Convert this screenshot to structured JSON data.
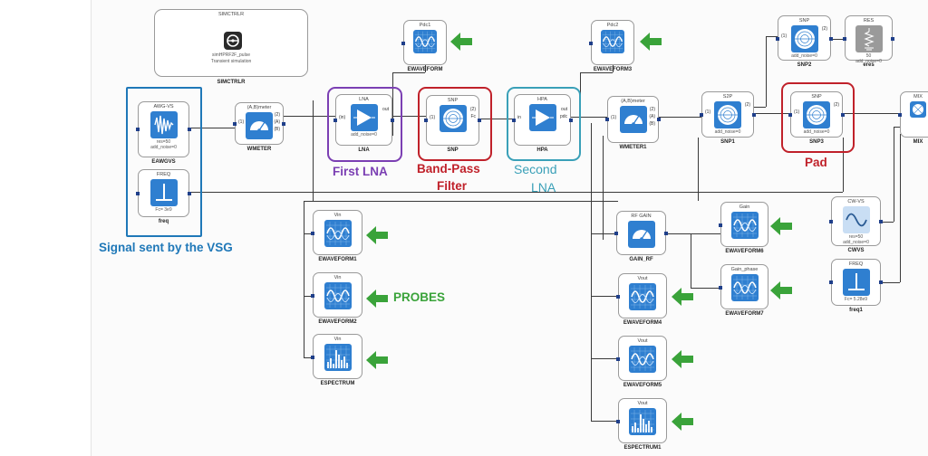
{
  "colors": {
    "highlight_signal": "#1f78b8",
    "highlight_first_lna": "#7b3fb3",
    "highlight_bpf": "#c0212a",
    "highlight_second_lna": "#3aa0b8",
    "highlight_pad": "#c0212a",
    "probes": "#3aa33a",
    "block_icon": "#2f7fd0"
  },
  "simctrl": {
    "header": "SIMCTRLR",
    "line1": "simHPRF2F_pulse",
    "line2": "Transient simulation",
    "name": "SIMCTRLR"
  },
  "blocks": {
    "eawgvs": {
      "header": "AWG-VS",
      "p1": "res=50",
      "p2": "add_noise=0",
      "name": "EAWGVS",
      "icon": "awg-waveform-icon"
    },
    "freq": {
      "header": "FREQ",
      "p1": "Fc= 3e9",
      "name": "freq",
      "icon": "frequency-icon"
    },
    "wmeter": {
      "header": "(A,B)meter",
      "name": "WMETER",
      "icon": "meter-gauge-icon",
      "ports": [
        "(1)",
        "(2)",
        "(A)",
        "(B)"
      ]
    },
    "lna": {
      "header": "LNA",
      "p1": "add_noise=0",
      "name": "LNA",
      "icon": "amplifier-icon",
      "ports": [
        "(in)",
        "out"
      ]
    },
    "snp": {
      "header": "SNP",
      "name": "SNP",
      "icon": "s-parameter-icon",
      "ports": [
        "(1)",
        "(2)",
        "Fc"
      ]
    },
    "hpa": {
      "header": "HPA",
      "name": "HPA",
      "icon": "amplifier-icon",
      "ports": [
        "in",
        "out",
        "pdc"
      ]
    },
    "wmeter1": {
      "header": "(A,B)meter",
      "name": "WMETER1",
      "icon": "meter-gauge-icon",
      "ports": [
        "(1)",
        "(2)",
        "(A)",
        "(B)"
      ]
    },
    "s2p": {
      "header": "S2P",
      "p1": "add_noise=0",
      "name": "SNP1",
      "icon": "s-parameter-icon",
      "ports": [
        "(1)",
        "(2)"
      ]
    },
    "snp2": {
      "header": "SNP",
      "p1": "add_noise=0",
      "name": "SNP2",
      "icon": "s-parameter-icon",
      "ports": [
        "(1)",
        "(2)"
      ]
    },
    "eres": {
      "header": "RES",
      "p1": "50",
      "p2": "add_noise=0",
      "name": "eres",
      "icon": "resistor-icon"
    },
    "snp3": {
      "header": "SNP",
      "p1": "add_noise=0",
      "name": "SNP3",
      "icon": "s-parameter-icon",
      "ports": [
        "(1)",
        "(2)"
      ]
    },
    "mix": {
      "header": "MIX",
      "name": "MIX",
      "icon": "mixer-icon"
    },
    "pdc1": {
      "header": "Pdc1",
      "name": "EWAVEFORM",
      "icon": "waveform-probe-icon"
    },
    "pdc2": {
      "header": "Pdc2",
      "name": "EWAVEFORM3",
      "icon": "waveform-probe-icon"
    },
    "vin1": {
      "header": "Vin",
      "name": "EWAVEFORM1",
      "icon": "waveform-probe-icon"
    },
    "vin2": {
      "header": "Vin",
      "name": "EWAVEFORM2",
      "icon": "waveform-probe-icon"
    },
    "vin3": {
      "header": "Vin",
      "name": "ESPECTRUM",
      "icon": "spectrum-probe-icon"
    },
    "gainrf": {
      "header": "RF GAIN",
      "name": "GAIN_RF",
      "icon": "gain-meter-icon"
    },
    "gain": {
      "header": "Gain",
      "name": "EWAVEFORM6",
      "icon": "waveform-probe-icon"
    },
    "gainphase": {
      "header": "Gain_phase",
      "name": "EWAVEFORM7",
      "icon": "waveform-probe-icon"
    },
    "vout1": {
      "header": "Vout",
      "name": "EWAVEFORM4",
      "icon": "waveform-probe-icon"
    },
    "vout2": {
      "header": "Vout",
      "name": "EWAVEFORM5",
      "icon": "waveform-probe-icon"
    },
    "vout3": {
      "header": "Vout",
      "name": "ESPECTRUM1",
      "icon": "spectrum-probe-icon"
    },
    "cwvs": {
      "header": "CW-VS",
      "p1": "res=50",
      "p2": "add_noise=0",
      "name": "CWVS",
      "icon": "sine-source-icon"
    },
    "freq1": {
      "header": "FREQ",
      "p1": "Fc= 5.28e9",
      "name": "freq1",
      "icon": "frequency-icon"
    }
  },
  "annotations": {
    "signal": "Signal sent by the VSG",
    "first_lna": "First LNA",
    "bpf_line1": "Band-Pass",
    "bpf_line2": "Filter",
    "second_lna_line1": "Second",
    "second_lna_line2": "LNA",
    "pad": "Pad",
    "probes": "PROBES"
  }
}
